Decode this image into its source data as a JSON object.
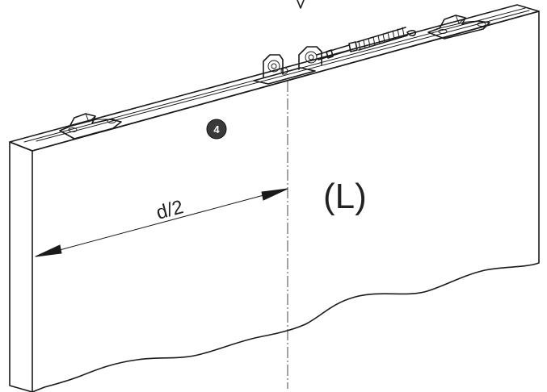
{
  "diagram": {
    "dimension_label": "d/2",
    "door_label": "(L)",
    "step_badge": "4"
  },
  "colors": {
    "line": "#1a1a1a",
    "badge_fill": "#3a3a3a",
    "background": "#ffffff"
  }
}
